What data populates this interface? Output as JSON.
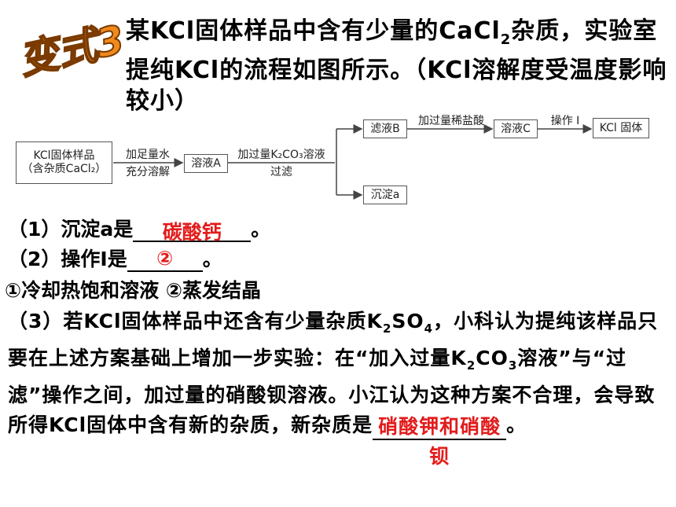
{
  "badge": {
    "text": "变式3",
    "icon": "variant-badge-icon",
    "fill_color": "#f08a1c"
  },
  "intro": {
    "p1": "某KCl固体样品中含有少量的CaCl",
    "sub1": "2",
    "p2": "杂质，实验室提纯KCl的流程如图所示。（KCl溶解度受温度影响较小）"
  },
  "flow": {
    "start_line1": "KCl固体样品",
    "start_line2": "（含杂质CaCl₂）",
    "arrow1_top": "加足量水",
    "arrow1_bottom": "充分溶解",
    "solution_a": "溶液A",
    "arrow2_top": "加过量K₂CO₃溶液",
    "arrow2_bottom": "过滤",
    "filtrate_b": "滤液B",
    "arrow3_top": "加过量稀盐酸",
    "solution_c": "溶液C",
    "arrow4_top": "操作 I",
    "product": "KCl 固体",
    "precipitate_a": "沉淀a"
  },
  "q1": {
    "prefix": "（1）沉淀a是",
    "answer": "碳酸钙",
    "suffix": "。"
  },
  "q2": {
    "prefix": "（2）操作Ⅰ是",
    "answer": "②",
    "suffix": "。"
  },
  "options": "①冷却热饱和溶液 ②蒸发结晶",
  "q3": {
    "a": "（3）若KCl固体样品中还含有少量杂质K",
    "a_sub1": "2",
    "a2": "SO",
    "a_sub2": "4",
    "a3": "，小科认为提纯该样品只要在上述方案基础上增加一步实验：在“加入过量K",
    "a_sub3": "2",
    "a4": "CO",
    "a_sub4": "3",
    "a5": "溶液”与“过滤”操作之间，加过量的硝酸钡溶液。小江认为这种方案不合理，会导致所得KCl固体中含有新的杂质，新杂质是",
    "answer": "硝酸钾和硝酸钡",
    "suffix": "。"
  },
  "colors": {
    "answer": "#e31b1b",
    "badge_fill": "#f08a1c"
  }
}
